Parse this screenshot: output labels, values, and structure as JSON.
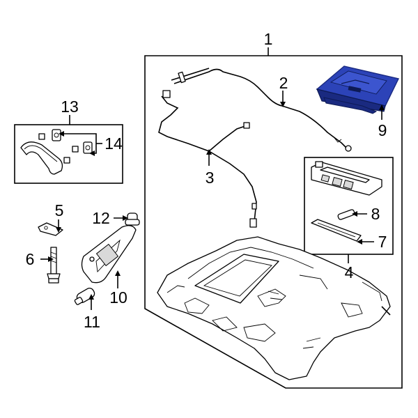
{
  "diagram": {
    "callouts": [
      {
        "id": "1",
        "label": "1"
      },
      {
        "id": "2",
        "label": "2"
      },
      {
        "id": "3",
        "label": "3"
      },
      {
        "id": "4",
        "label": "4"
      },
      {
        "id": "5",
        "label": "5"
      },
      {
        "id": "6",
        "label": "6"
      },
      {
        "id": "7",
        "label": "7"
      },
      {
        "id": "8",
        "label": "8"
      },
      {
        "id": "9",
        "label": "9"
      },
      {
        "id": "10",
        "label": "10"
      },
      {
        "id": "11",
        "label": "11"
      },
      {
        "id": "12",
        "label": "12"
      },
      {
        "id": "13",
        "label": "13"
      },
      {
        "id": "14",
        "label": "14"
      }
    ],
    "highlighted_part": "9",
    "colors": {
      "highlight": "#2c43b8",
      "highlight_dark": "#1a2a80",
      "line": "#000000",
      "background": "#ffffff"
    }
  }
}
